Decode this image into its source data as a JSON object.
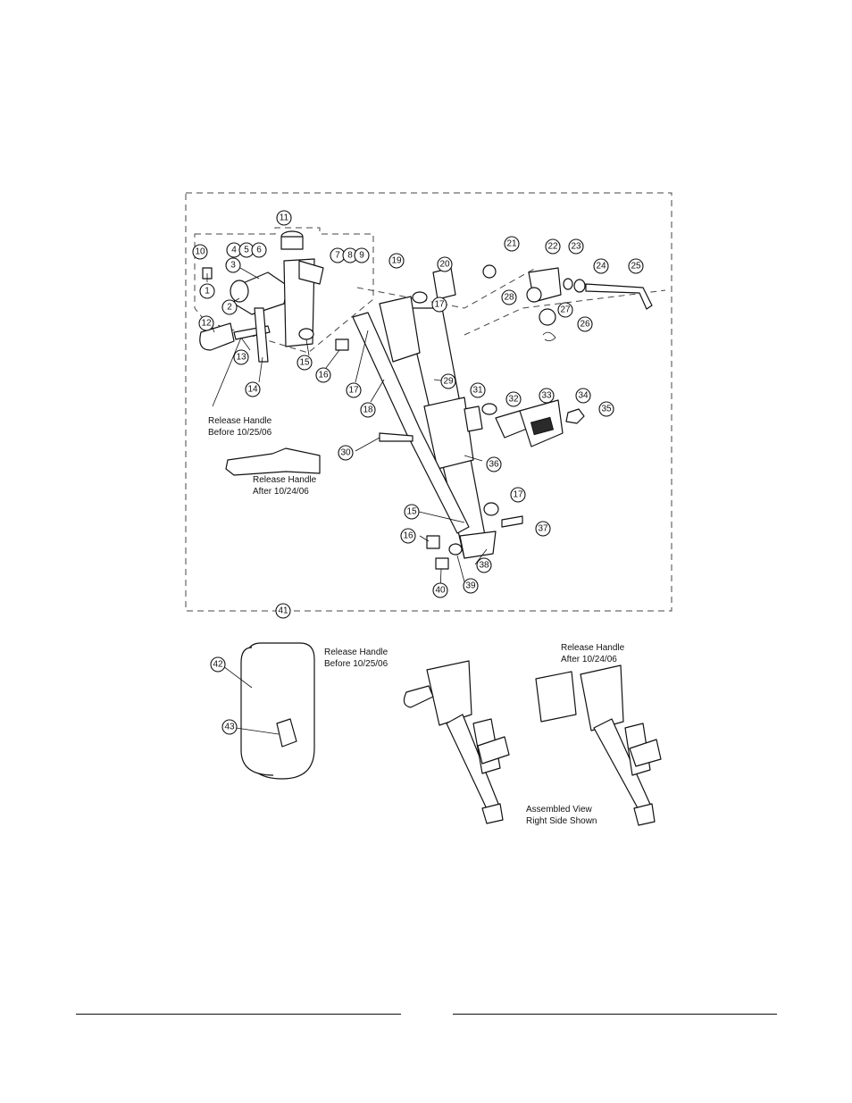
{
  "callouts": [
    "1",
    "2",
    "3",
    "4",
    "5",
    "6",
    "7",
    "8",
    "9",
    "10",
    "11",
    "12",
    "13",
    "14",
    "15",
    "16",
    "17",
    "18",
    "19",
    "20",
    "21",
    "22",
    "23",
    "24",
    "25",
    "26",
    "27",
    "28",
    "29",
    "30",
    "31",
    "32",
    "33",
    "34",
    "35",
    "36",
    "37",
    "38",
    "39",
    "40",
    "41",
    "42",
    "43"
  ],
  "labels": {
    "release_before_line1": "Release Handle",
    "release_before_line2": "Before 10/25/06",
    "release_after_line1": "Release Handle",
    "release_after_line2": "After 10/24/06",
    "assembled_before_line1": "Release Handle",
    "assembled_before_line2": "Before 10/25/06",
    "assembled_after_line1": "Release Handle",
    "assembled_after_line2": "After 10/24/06",
    "assembled_view_line1": "Assembled View",
    "assembled_view_line2": "Right Side Shown"
  }
}
